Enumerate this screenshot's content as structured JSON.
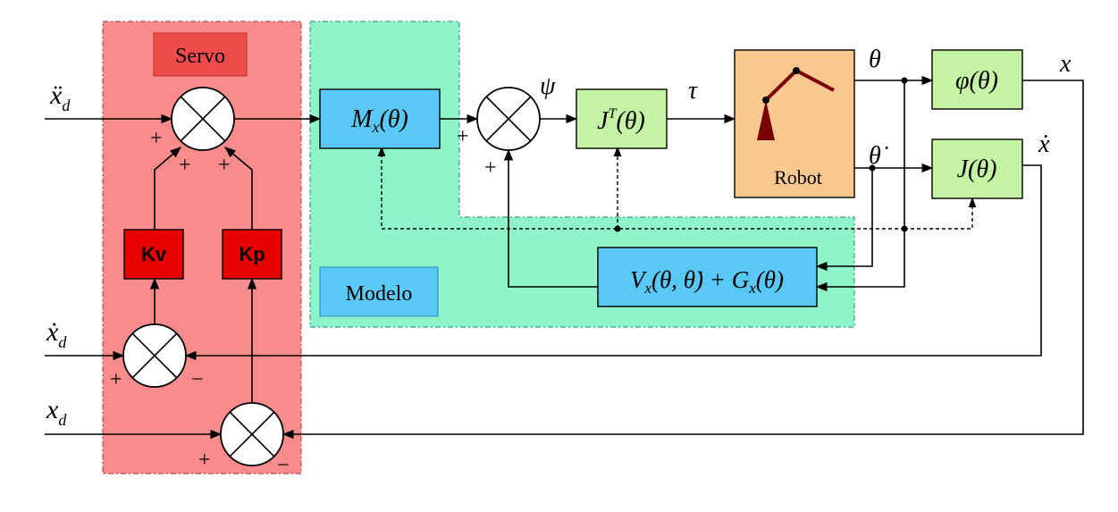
{
  "colors": {
    "servo_region": "#f88b8b",
    "modelo_region": "#8df5c8",
    "label_box_red": "#ef4b4b",
    "gain_red": "#e60000",
    "block_blue": "#5ac8f4",
    "block_green": "#c5f4a5",
    "robot_orange": "#fbc88f",
    "robot_arm": "#7a0000"
  },
  "labels": {
    "servo": "Servo",
    "modelo": "Modelo",
    "robot": "Robot",
    "kv": "Kv",
    "kp": "Kp"
  },
  "inputs": {
    "xdd": "ẍ",
    "xd_dot": "ẋ",
    "xd": "x",
    "sub_d": "d"
  },
  "signals": {
    "psi": "ψ",
    "tau": "τ",
    "theta": "θ",
    "theta_dot": "θ̇",
    "x": "x",
    "x_dot": "ẋ"
  },
  "blocks": {
    "mx_main": "M",
    "mx_sub": "x",
    "mx_arg": "(θ)",
    "jt_main": "J",
    "jt_sup": "T",
    "jt_arg": "(θ)",
    "phi": "φ(θ)",
    "jac": "J(θ)",
    "vx_main": "V",
    "vx_sub": "x",
    "vx_arg": "(θ, θ̇) + G",
    "gx_sub": "x",
    "gx_arg": "(θ)"
  },
  "signs": {
    "plus": "+",
    "minus": "−"
  }
}
